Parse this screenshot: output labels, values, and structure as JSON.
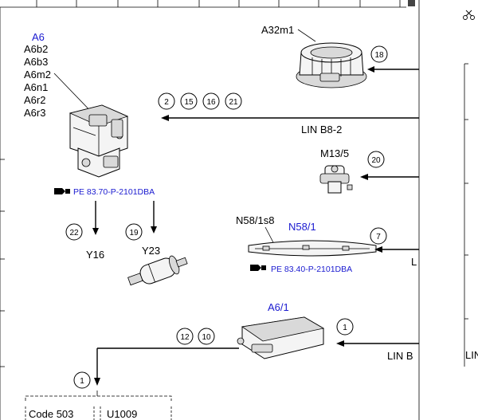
{
  "a6_labels": [
    "A6",
    "A6b2",
    "A6b3",
    "A6m2",
    "A6n1",
    "A6r2",
    "A6r3"
  ],
  "a32m1": "A32m1",
  "m13_5": "M13/5",
  "n58_1s8": "N58/1s8",
  "n58_1": "N58/1",
  "a6_1": "A6/1",
  "y16": "Y16",
  "y23": "Y23",
  "lin_b8_2": "LIN B8-2",
  "lin_b_right": "LIN B",
  "lin_edge": "LIN",
  "l_edge": "L",
  "ref_a6": "PE 83.70-P-2101DBA",
  "ref_n58": "PE 83.40-P-2101DBA",
  "circles": {
    "c18": "18",
    "c2": "2",
    "c15": "15",
    "c16": "16",
    "c21": "21",
    "c20": "20",
    "c7": "7",
    "c22": "22",
    "c19": "19",
    "c12": "12",
    "c10": "10",
    "c1a": "1",
    "c1b": "1"
  },
  "code_503": "Code 503",
  "u1009": "U1009",
  "icons": {
    "book": "book-pointer-icon",
    "scissors": "scissors-icon"
  }
}
